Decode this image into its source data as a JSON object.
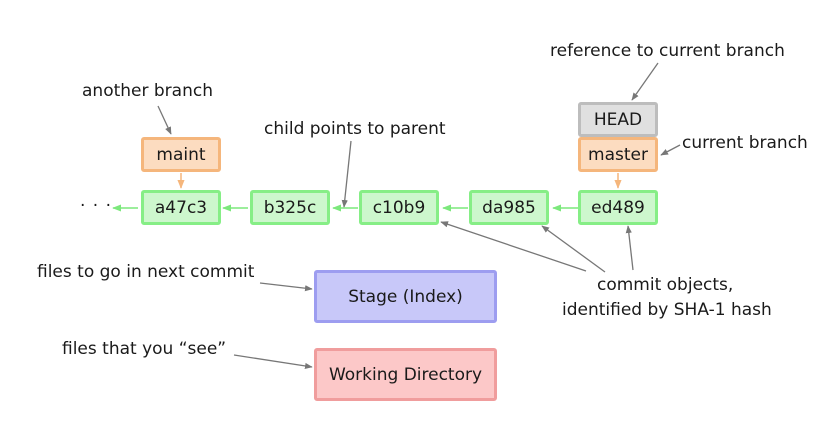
{
  "commits": [
    {
      "id": "a47c3"
    },
    {
      "id": "b325c"
    },
    {
      "id": "c10b9"
    },
    {
      "id": "da985"
    },
    {
      "id": "ed489"
    }
  ],
  "ellipsis": "· · ·",
  "branches": {
    "maint": "maint",
    "master": "master",
    "head": "HEAD"
  },
  "areas": {
    "stage": "Stage (Index)",
    "working_directory": "Working Directory"
  },
  "annotations": {
    "another_branch": "another branch",
    "child_points_to_parent": "child points to parent",
    "reference_to_current_branch": "reference to current branch",
    "current_branch": "current branch",
    "commit_objects_line1": "commit objects,",
    "commit_objects_line2": "identified by SHA-1 hash",
    "files_next_commit": "files to go in next commit",
    "files_you_see": "files that you “see”"
  },
  "colors": {
    "commit_arrow": "#7ce87c",
    "branch_arrow": "#f5b67c",
    "annotation_arrow": "#777777"
  }
}
